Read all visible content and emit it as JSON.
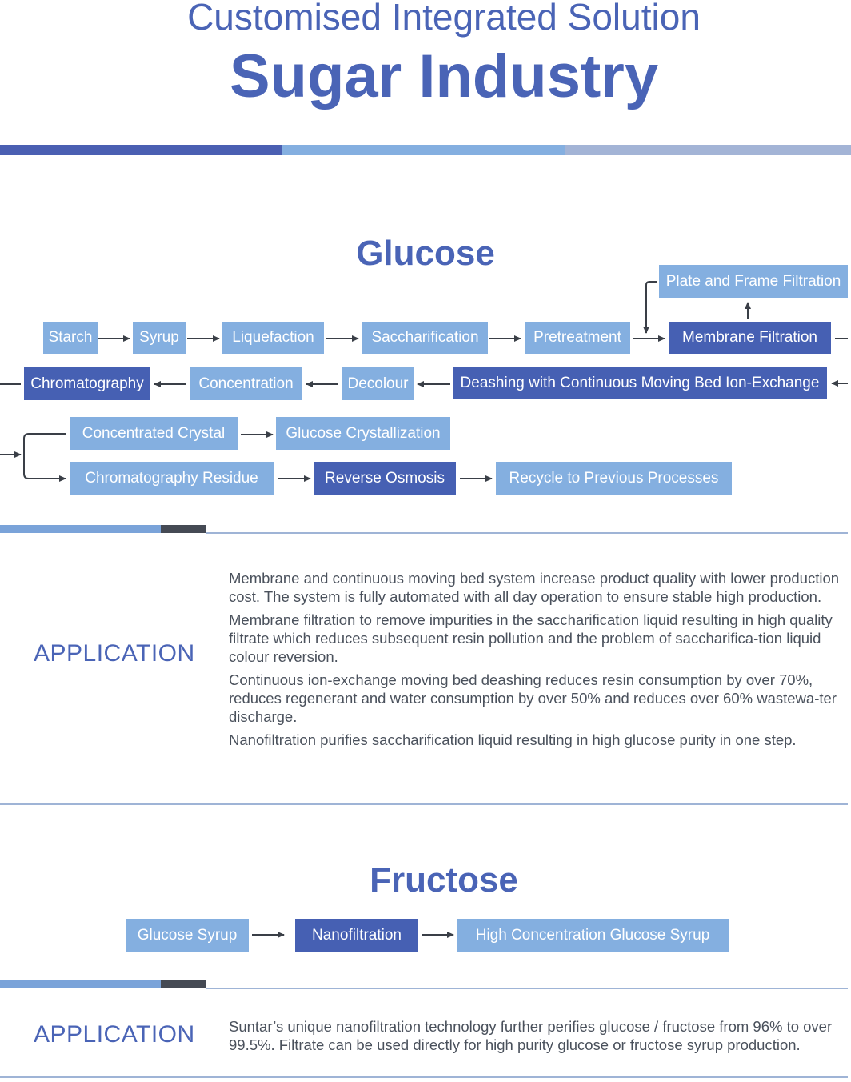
{
  "header": {
    "subtitle": "Customised Integrated Solution",
    "title": "Sugar Industry",
    "colors": {
      "band_1": "#4a5fb2",
      "band_2": "#84afe0",
      "band_3": "#a3b4d6"
    }
  },
  "glucose": {
    "title": "Glucose",
    "row1": [
      "Starch",
      "Syrup",
      "Liquefaction",
      "Saccharification",
      "Pretreatment",
      "Membrane Filtration"
    ],
    "branch_top": "Plate and Frame Filtration",
    "row2": [
      "Chromatography",
      "Concentration",
      "Decolour",
      "Deashing with Continuous Moving Bed Ion-Exchange"
    ],
    "row3": [
      "Concentrated Crystal",
      "Glucose Crystallization"
    ],
    "row4": [
      "Chromatography Residue",
      "Reverse Osmosis",
      "Recycle to Previous Processes"
    ],
    "application": {
      "label": "APPLICATION",
      "paragraphs": [
        "Membrane and continuous moving bed system increase product quality with lower production cost. The system is fully automated with all day operation to ensure stable high production.",
        "Membrane filtration to remove impurities in the saccharification liquid resulting in high quality filtrate which reduces subsequent resin pollution and the problem of saccharifica-tion liquid colour reversion.",
        "Continuous ion-exchange moving bed deashing reduces resin consumption by over 70%, reduces regenerant and water consumption by over 50% and reduces over 60% wastewa-ter discharge.",
        "Nanofiltration purifies saccharification liquid resulting in high glucose purity in one step."
      ]
    }
  },
  "fructose": {
    "title": "Fructose",
    "row": [
      "Glucose Syrup",
      "Nanofiltration",
      "High Concentration Glucose Syrup"
    ],
    "application": {
      "label": "APPLICATION",
      "paragraphs": [
        "Suntar’s unique nanofiltration technology further perifies glucose / fructose from 96% to over 99.5%. Filtrate can be used directly for high purity glucose or fructose syrup production."
      ]
    }
  },
  "colors": {
    "light_box": "#84afe0",
    "dark_box": "#4660b3",
    "accent": "#4a64b6"
  }
}
